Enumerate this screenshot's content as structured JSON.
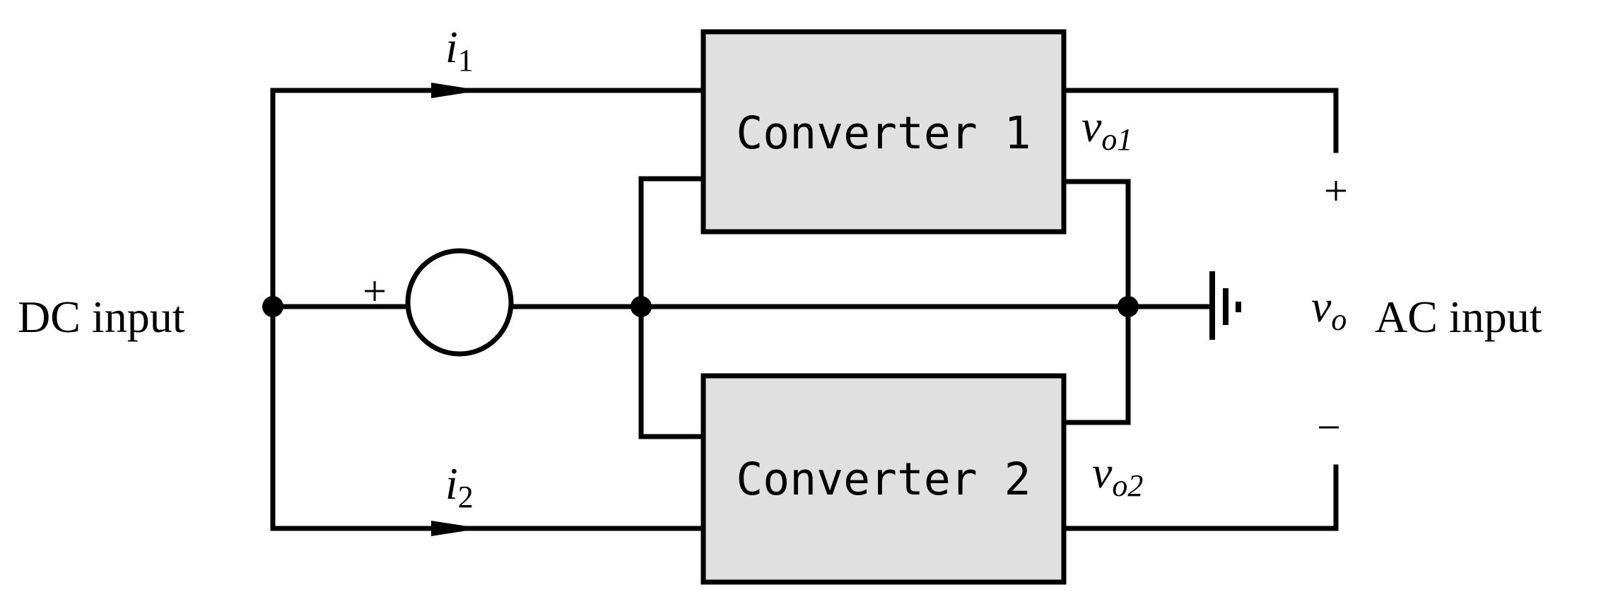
{
  "colors": {
    "wire": "#000000",
    "converter_fill": "#e0e0e0",
    "background": "#ffffff"
  },
  "labels": {
    "dc_input": "DC input",
    "ac_input": "AC input",
    "converter_1": "Converter 1",
    "converter_2": "Converter 2",
    "i1_base": "i",
    "i1_sub": "1",
    "i2_base": "i",
    "i2_sub": "2",
    "vo1_base": "v",
    "vo1_sub": "o1",
    "vo2_base": "v",
    "vo2_sub": "o2",
    "vo_base": "v",
    "vo_sub": "o",
    "source_plus": "+",
    "output_plus": "+",
    "output_minus": "−"
  },
  "icons": {
    "ground": "ground-icon",
    "voltage_source": "voltage-source-icon"
  }
}
